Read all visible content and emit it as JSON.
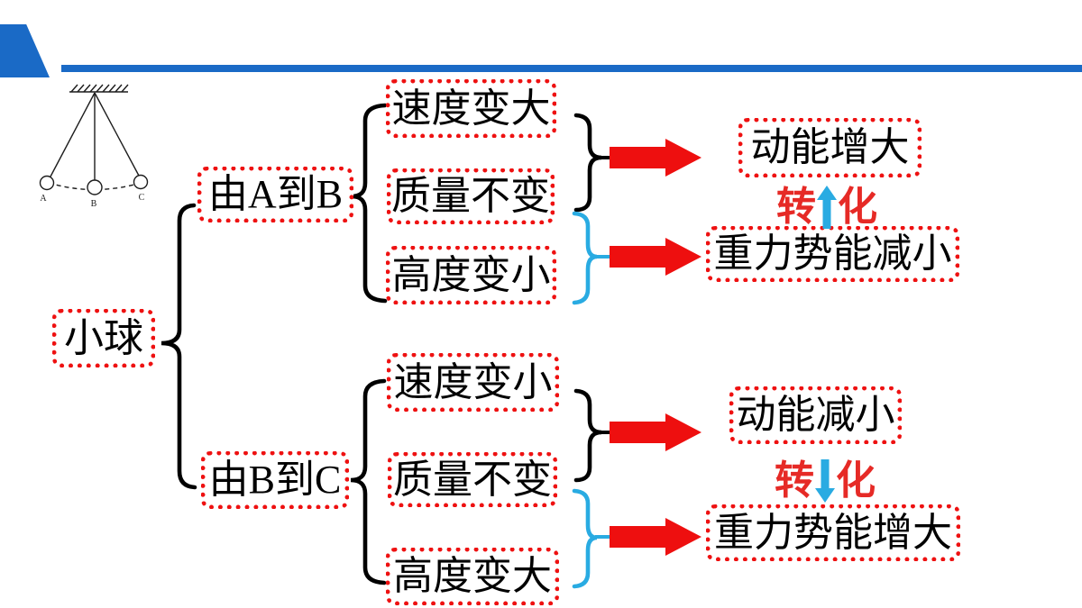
{
  "colors": {
    "accent_blue": "#1a6ac6",
    "box_red": "#ee1111",
    "arrow_red": "#ee0f0f",
    "cyan": "#29abe2",
    "transform_red": "#e62a26"
  },
  "pendulum": {
    "labels": [
      "A",
      "B",
      "C"
    ]
  },
  "root": {
    "label": "小球"
  },
  "branches": [
    {
      "label": "由A到B",
      "conditions": [
        "速度变大",
        "质量不变",
        "高度变小"
      ],
      "outcomes": [
        "动能增大",
        "重力势能减小"
      ],
      "transform": [
        "转",
        "化"
      ],
      "transform_arrow_direction": "up"
    },
    {
      "label": "由B到C",
      "conditions": [
        "速度变小",
        "质量不变",
        "高度变大"
      ],
      "outcomes": [
        "动能减小",
        "重力势能增大"
      ],
      "transform": [
        "转",
        "化"
      ],
      "transform_arrow_direction": "down"
    }
  ]
}
